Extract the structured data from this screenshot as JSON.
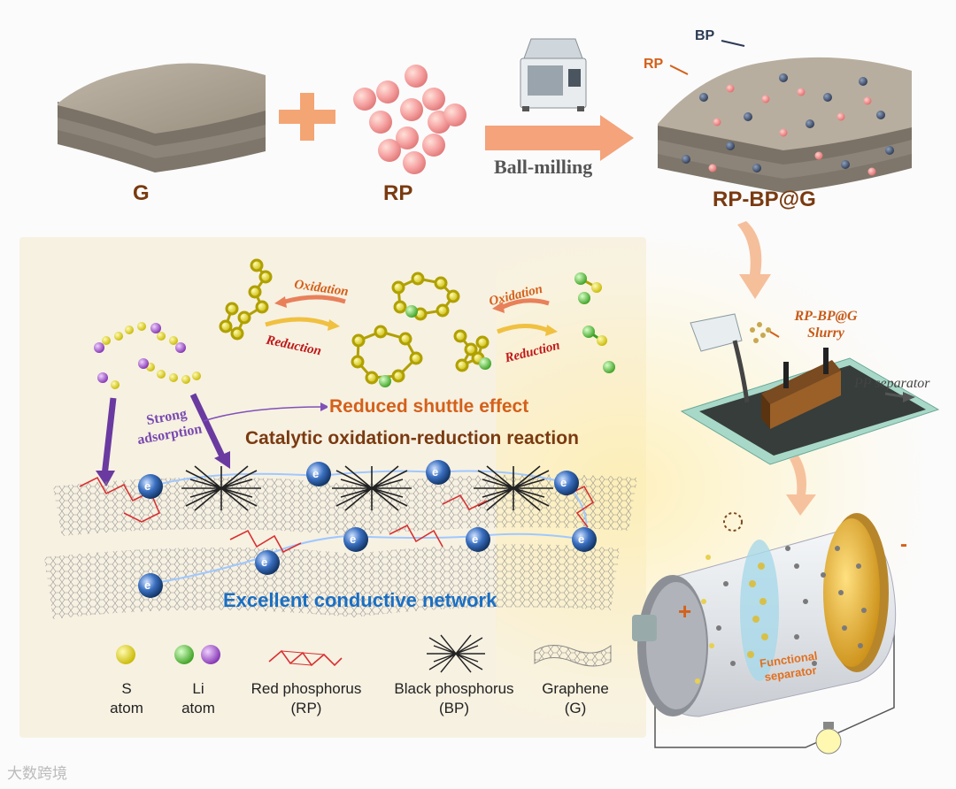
{
  "top": {
    "graphene_label": "G",
    "rp_label": "RP",
    "process_label": "Ball-milling",
    "composite_label": "RP-BP@G",
    "bp_tag": "BP",
    "rp_tag": "RP"
  },
  "mechanism": {
    "oxidation_1": "Oxidation",
    "reduction_1": "Reduction",
    "oxidation_2": "Oxidation",
    "reduction_2": "Reduction",
    "strong_adsorption": "Strong adsorption",
    "reduced_shuttle": "Reduced shuttle effect",
    "catalytic": "Catalytic oxidation-reduction reaction",
    "conductive": "Excellent conductive network",
    "electron": "e"
  },
  "legend": {
    "s_atom": "S atom",
    "li_atom": "Li atom",
    "red_phosphorus": "Red phosphorus (RP)",
    "black_phosphorus": "Black phosphorus (BP)",
    "graphene": "Graphene (G)"
  },
  "fabrication": {
    "slurry": "RP-BP@G Slurry",
    "pp_separator": "PP separator",
    "functional_separator": "Functional separator",
    "plus": "+",
    "minus": "-"
  },
  "watermark": "大数跨境",
  "colors": {
    "arrow_orange": "#f0a070",
    "label_brown": "#7a3a10",
    "shuttle_orange": "#d4601a",
    "conductive_blue": "#1a6fc4",
    "sulfur_yellow": "#e6d800",
    "lithium_green": "#5cc83a",
    "lithium_purple": "#a050c8",
    "red_phosphorus": "#d83030",
    "electron_blue": "#2a5fa8",
    "cathode_gold": "#d8a020"
  }
}
